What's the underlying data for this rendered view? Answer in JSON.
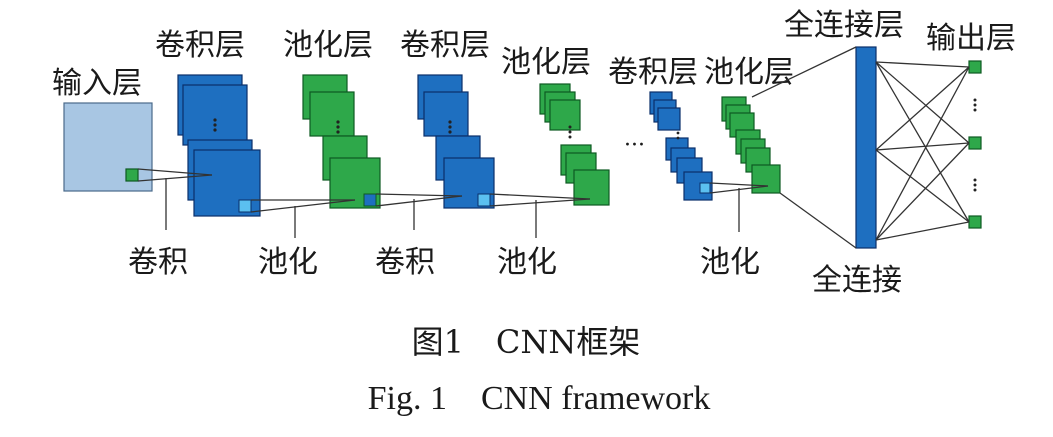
{
  "labels": {
    "input_layer": "输入层",
    "conv_layer_1": "卷积层",
    "pool_layer_1": "池化层",
    "conv_layer_2": "卷积层",
    "pool_layer_2": "池化层",
    "conv_layer_3": "卷积层",
    "pool_layer_3": "池化层",
    "fc_layer": "全连接层",
    "output_layer": "输出层",
    "ellipsis": "···"
  },
  "operations": {
    "conv_1": "卷积",
    "pool_1": "池化",
    "conv_2": "卷积",
    "pool_2": "池化",
    "pool_3": "池化",
    "full_connect": "全连接"
  },
  "caption": {
    "chinese": "图1　CNN框架",
    "english": "Fig. 1　CNN framework"
  },
  "colors": {
    "conv": "#1e6fc0",
    "pool": "#2ea84a",
    "input": "#a8c6e3",
    "kernel_highlight": "#5bc0f0"
  }
}
